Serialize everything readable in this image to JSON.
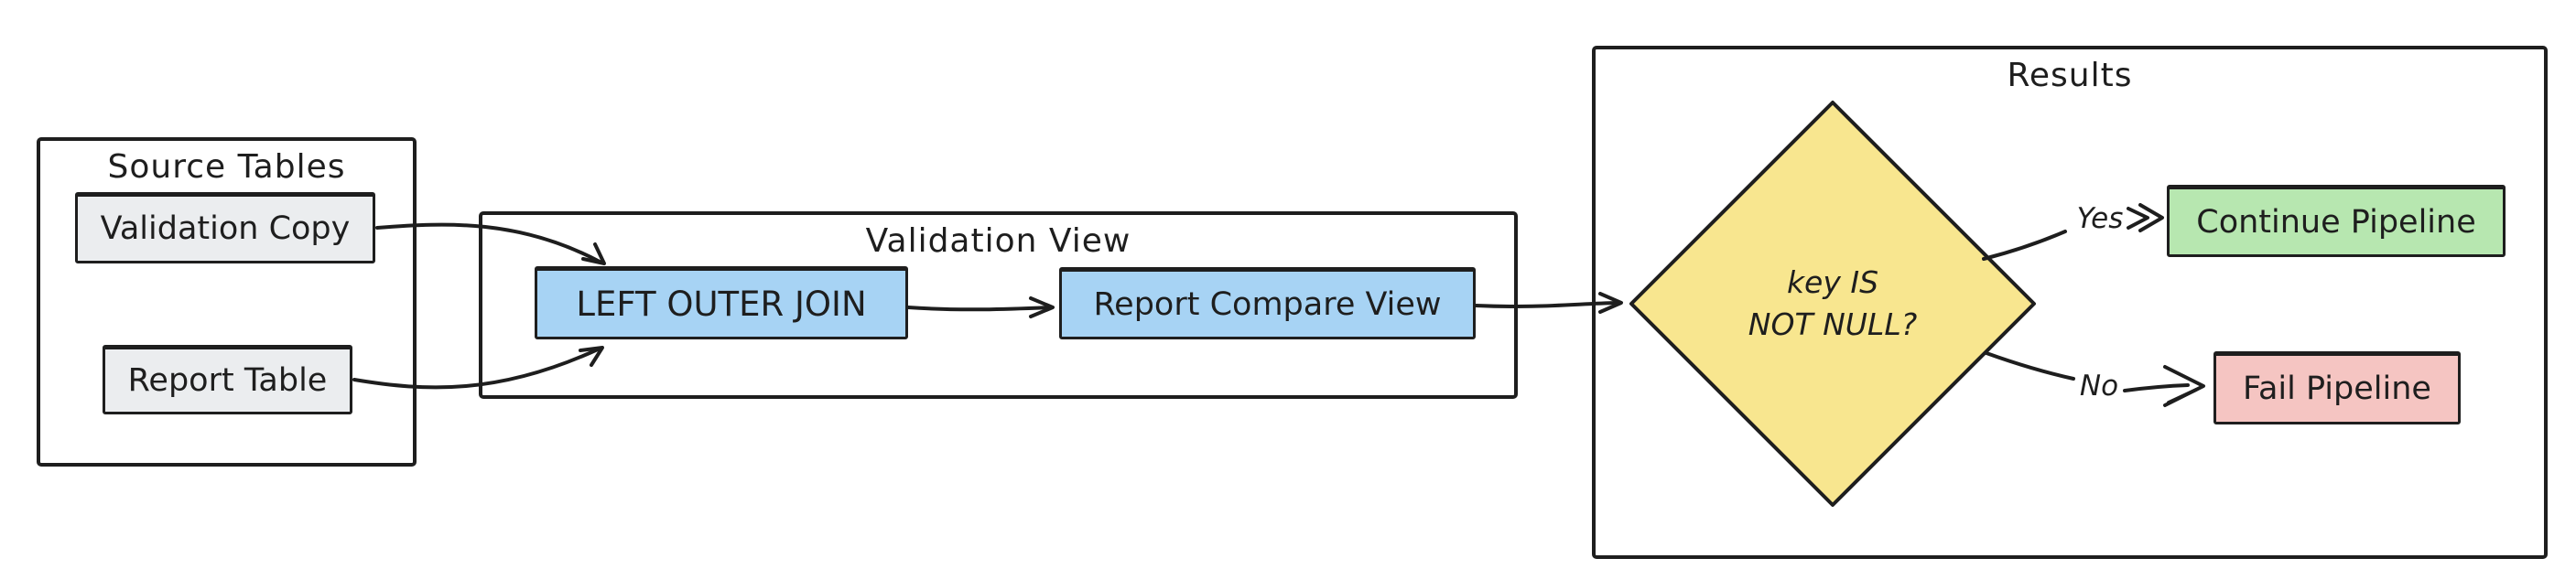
{
  "colors": {
    "stroke": "#1e1e1e",
    "table_fill": "#ebedef",
    "view_fill": "#a7d3f4",
    "decision_fill": "#f8e68f",
    "success_fill": "#b7e7b0",
    "fail_fill": "#f5c5c2",
    "background": "#ffffff"
  },
  "diagram": {
    "source_tables": {
      "title": "Source Tables",
      "validation_copy": "Validation Copy",
      "report_table": "Report Table"
    },
    "validation_view": {
      "title": "Validation View",
      "left_outer_join": "LEFT OUTER JOIN",
      "report_compare_view": "Report Compare View"
    },
    "results": {
      "title": "Results",
      "decision_line1": "key IS",
      "decision_line2": "NOT NULL?",
      "yes_label": "Yes",
      "no_label": "No",
      "continue_node": "Continue Pipeline",
      "fail_node": "Fail Pipeline"
    }
  }
}
